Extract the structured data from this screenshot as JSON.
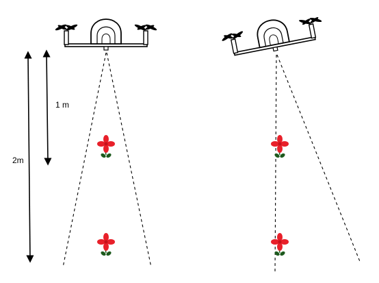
{
  "dimensions": {
    "short_label": "1 m",
    "long_label": "2m"
  },
  "colors": {
    "line": "#000000",
    "petal": "#e8202a",
    "leaf": "#1e5a1e",
    "background": "#ffffff"
  },
  "scenes": [
    {
      "name": "level-drone",
      "drone": "drone-icon",
      "flowers": [
        "flower-icon",
        "flower-icon"
      ]
    },
    {
      "name": "tilted-drone",
      "drone": "drone-icon",
      "flowers": [
        "flower-icon",
        "flower-icon"
      ]
    }
  ]
}
